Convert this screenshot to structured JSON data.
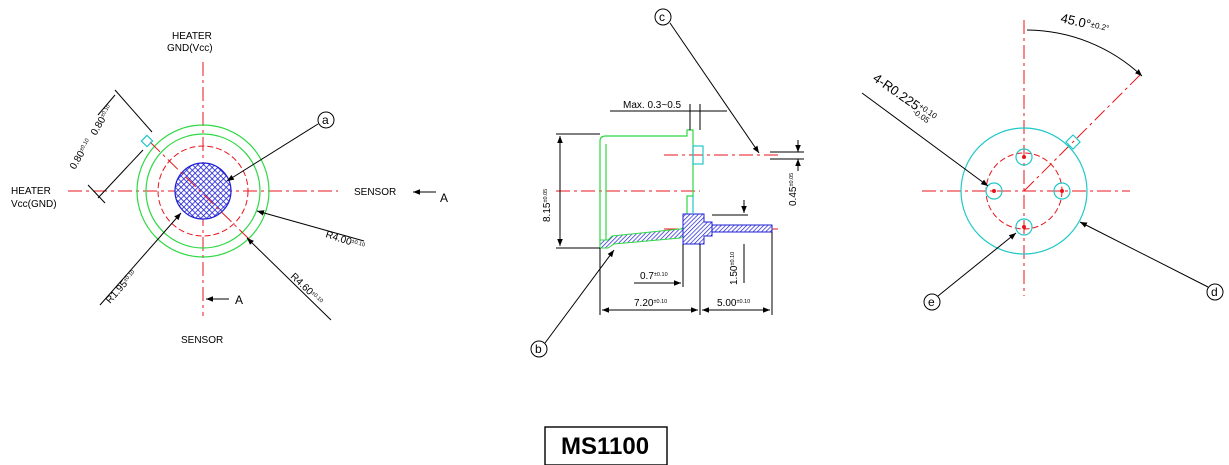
{
  "labels": {
    "heater_top_1": "HEATER",
    "heater_top_2": "GND(Vcc)",
    "heater_left_1": "HEATER",
    "heater_left_2": "Vcc(GND)",
    "sensor_right": "SENSOR",
    "sensor_bottom": "SENSOR",
    "section_a_right": "A",
    "section_a_bottom": "A"
  },
  "callouts": {
    "a": "a",
    "b": "b",
    "c": "c",
    "d": "d",
    "e": "e"
  },
  "dims": {
    "d080a": "0.80",
    "d080a_tol": "±0.10",
    "d080b": "0.80",
    "d080b_tol": "±0.10",
    "r400": "R4.00",
    "r400_tol": "±0.10",
    "r460": "R4.60",
    "r460_tol": "±0.10",
    "r195": "R1.95",
    "r195_tol": "±0.10",
    "max_gap": "Max. 0.3~0.5",
    "d815": "8.15",
    "d815_tol": "±0.05",
    "d045": "0.45",
    "d045_tol": "±0.05",
    "d07": "0.7",
    "d07_tol": "±0.10",
    "d150": "1.50",
    "d150_tol": "±0.10",
    "d720": "7.20",
    "d720_tol": "±0.10",
    "d500": "5.00",
    "d500_tol": "±0.10",
    "angle": "45.0°",
    "angle_tol": "±0.2°",
    "r0225": "4-R0.225",
    "r0225_tol_plus": "+0.10",
    "r0225_tol_minus": "-0.05"
  },
  "title": {
    "model": "MS1100"
  },
  "colors": {
    "center_line": "#e8141b",
    "outline_green": "#2fd845",
    "outline_cyan": "#21c7c7",
    "hatch_blue": "#1f1fd6"
  }
}
